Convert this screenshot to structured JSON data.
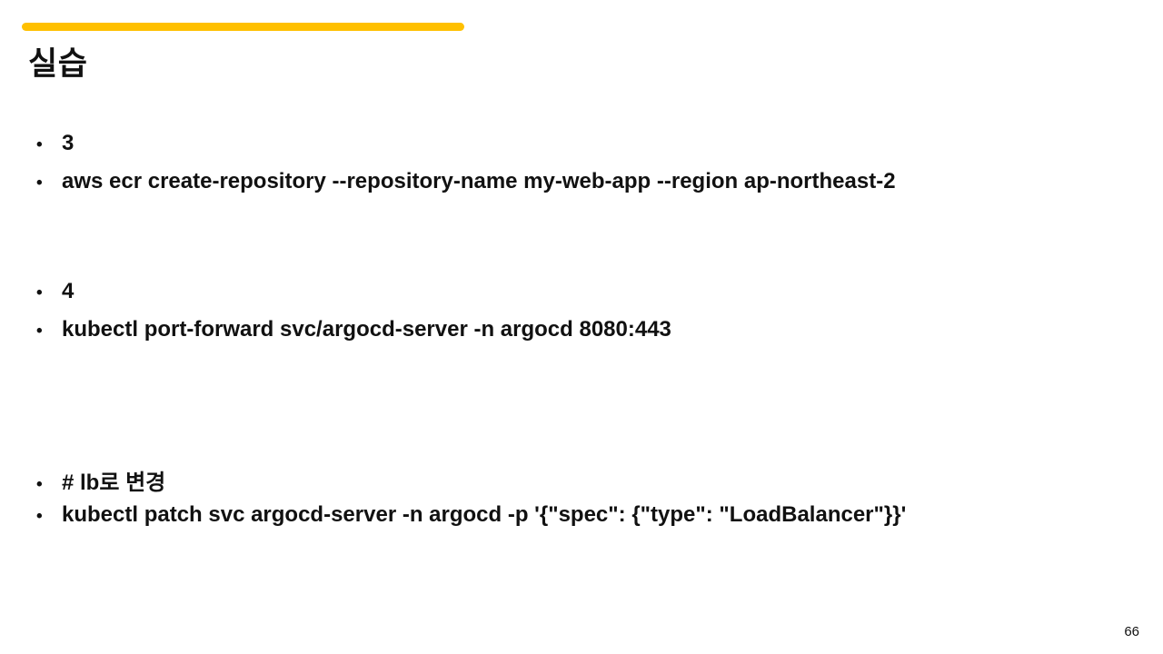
{
  "slide": {
    "title": "실습",
    "accent_color": "#FFC000",
    "bullet_glyph": "•",
    "bullets": [
      "3",
      "aws ecr create-repository --repository-name my-web-app --region ap-northeast-2",
      "4",
      "kubectl port-forward svc/argocd-server -n argocd 8080:443",
      "# lb로 변경",
      "kubectl patch svc argocd-server -n argocd -p '{\"spec\": {\"type\": \"LoadBalancer\"}}'"
    ],
    "page_number": "66"
  }
}
